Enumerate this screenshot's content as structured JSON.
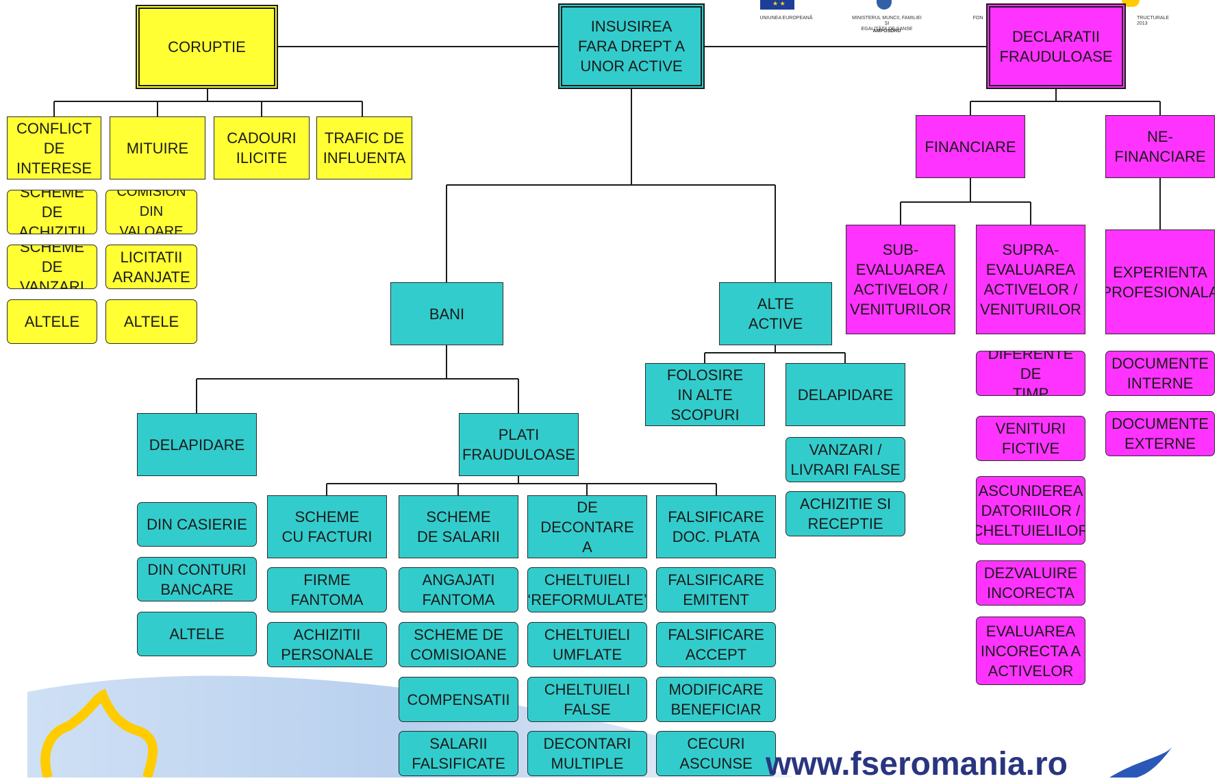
{
  "logos": {
    "eu_caption": "UNIUNEA EUROPEANĂ",
    "ministry_caption": "MINISTERUL MUNCII, FAMILIEI ȘI\nEGALITĂȚII DE ȘANSE",
    "ministry_sub": "AMPOSDRU",
    "fse_caption_partial": "FON",
    "structural_caption_partial": "TRUCTURALE\n2013"
  },
  "root": "INSUSIREA\nFARA DREPT A\nUNOR ACTIVE",
  "corruption": {
    "title": "CORUPTIE",
    "categories": [
      "CONFLICT\nDE\nINTERESE",
      "MITUIRE",
      "CADOURI\nILICITE",
      "TRAFIC DE\nINFLUENTA"
    ],
    "conflict_items": [
      "SCHEME DE\nACHIZITII",
      "SCHEME DE\nVANZARI",
      "ALTELE"
    ],
    "bribery_items": [
      "COMISION DIN\nVALOARE",
      "LICITATII\nARANJATE",
      "ALTELE"
    ]
  },
  "assets": {
    "money": "BANI",
    "other_assets": "ALTE\nACTIVE",
    "embezzlement": "DELAPIDARE",
    "embezzlement_items": [
      "DIN CASIERIE",
      "DIN CONTURI\nBANCARE",
      "ALTELE"
    ],
    "fraudulent_payments": "PLATI\nFRAUDULOASE",
    "schemes": [
      {
        "title": "SCHEME\nCU FACTURI",
        "items": [
          "FIRME\nFANTOMA",
          "ACHIZITII\nPERSONALE"
        ]
      },
      {
        "title": "SCHEME\nDE SALARII",
        "items": [
          "ANGAJATI\nFANTOMA",
          "SCHEME DE\nCOMISIOANE",
          "COMPENSATII",
          "SALARII\nFALSIFICATE"
        ]
      },
      {
        "title": "SCHEME\nDE DECONTARE\nA CHELTUIELILOR",
        "items": [
          "CHELTUIELI\n‘REFORMULATE’",
          "CHELTUIELI\nUMFLATE",
          "CHELTUIELI\nFALSE",
          "DECONTARI\nMULTIPLE"
        ]
      },
      {
        "title": "FALSIFICARE\nDOC. PLATA",
        "items": [
          "FALSIFICARE\nEMITENT",
          "FALSIFICARE\nACCEPT",
          "MODIFICARE\nBENEFICIAR",
          "CECURI\nASCUNSE"
        ]
      }
    ],
    "other_use": "FOLOSIRE\nIN ALTE\nSCOPURI",
    "other_embezzlement": "DELAPIDARE",
    "other_embezzlement_items": [
      "VANZARI /\nLIVRARI FALSE",
      "ACHIZITIE SI\nRECEPTIE"
    ]
  },
  "statements": {
    "title": "DECLARATII\nFRAUDULOASE",
    "financial": "FINANCIARE",
    "non_financial": "NE-\nFINANCIARE",
    "under": "SUB-\nEVALUAREA\nACTIVELOR /\nVENITURILOR",
    "over": "SUPRA-\nEVALUAREA\nACTIVELOR /\nVENITURILOR",
    "experience": "EXPERIENTA\nPROFESIONALA",
    "over_items": [
      "DIFERENTE DE\nTIMP",
      "VENITURI\nFICTIVE",
      "ASCUNDEREA\nDATORIILOR /\nCHELTUIELILOR",
      "DEZVALUIRE\nINCORECTA",
      "EVALUAREA\nINCORECTA A\nACTIVELOR"
    ],
    "experience_items": [
      "DOCUMENTE\nINTERNE",
      "DOCUMENTE\nEXTERNE"
    ]
  },
  "footer_url": "www.fseromania.ro",
  "colors": {
    "corruption": "#ffff33",
    "assets": "#33cccc",
    "statements": "#ff33ff"
  }
}
